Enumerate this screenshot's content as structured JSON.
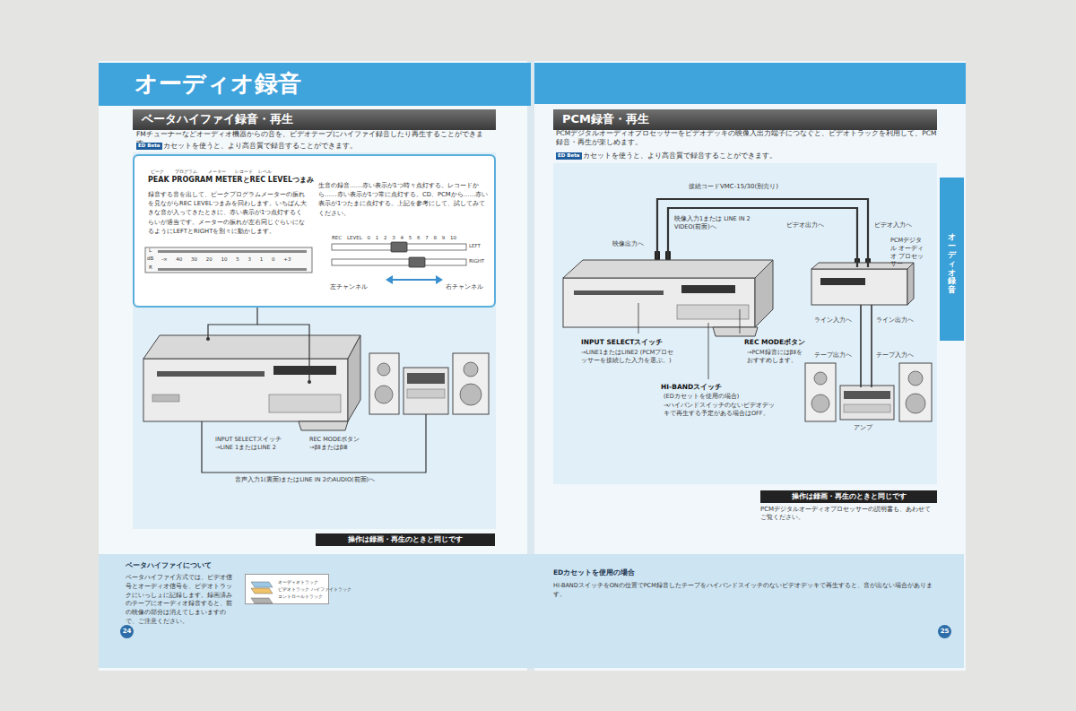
{
  "diagram": {
    "title": "オーディオ録音",
    "nodes": [
      {
        "text": [
          "ベータハイファイ録音・再生"
        ]
      },
      {
        "text": [
          "PEAK PROGRAM METERとREC LEVELつまみ",
          "録音する音を出して、ピークプログラムメーターの振れを見ながらREC LEVELつまみを回わします。いちばん大きな音が入ってきたときに、赤い表示が1つ点灯するくらいが適当です。メーターの振れが左右同じぐらいになるようにLEFTとRIGHTを別々に動かします。",
          "生音の録音……赤い表示が1つ時々点灯する。レコードから……赤い表示が1つ常に点灯する。CD、PCMから……赤い表示が1つたまに点灯する。上記を参考にして、試してみてください。"
        ]
      },
      {
        "text": [
          "操作は録画・再生のときと同じです"
        ]
      },
      {
        "text": [
          "ベータハイファイについて",
          "ベータハイファイ方式では、ビデオ信号とオーディオ信号を、ビデオトラックにいっしょに記録します。録画済みのテープにオーディオ録音すると、前の映像の部分は消えてしまいますので、ご注意ください。"
        ]
      },
      {
        "text": [
          "オーディオトラック",
          "ビデオトラック ハイファイトラック",
          "コントロールトラック"
        ],
        "in": 3
      },
      {
        "text": [
          "PCM録音・再生"
        ]
      },
      {
        "text": [
          "操作は録画・再生のときと同じです"
        ]
      },
      {
        "text": [
          "EDカセットを使用の場合",
          "HI-BANDスイッチをONの位置でPCM録音したテープをハイバンドスイッチのないビデオデッキで再生すると、音が出ない場合があります。"
        ]
      },
      {
        "text": [
          "オーディオ録音"
        ]
      }
    ],
    "labels": [
      "FMチューナーなどオーディオ機器からの音を、ビデオテープにハイファイ録音したり再生することができます。",
      "ED Beta",
      "カセットを使うと、より高音質で録音することができます。",
      "ピーク",
      "プログラム",
      "メーター",
      "レコード",
      "レベル",
      "L",
      "dB",
      "R",
      "-∞ 40 30 20 10 5 3 1 0 +3",
      "REC LEVEL 0 1 2 3 4 5 6 7 8 9 10",
      "LEFT",
      "RIGHT",
      "左チャンネル",
      "右チャンネル",
      "INPUT SELECTスイッチ →LINE 1またはLINE 2",
      "REC MODEボタン →βⅡまたはβⅢ",
      "音声入力1(裏面)またはLINE IN 2のAUDIO(前面)へ",
      "PCMデジタルオーディオプロセッサーをビデオデッキの映像入出力端子につなぐと、ビデオトラックを利用して、PCM録音・再生が楽しめます。",
      "ED Beta",
      "カセットを使うと、より高音質で録音することができます。",
      "接続コードVMC-15/30(別売り)",
      "映像入力1または LINE IN 2 VIDEO(前面)へ",
      "映像出力へ",
      "ビデオ出力へ",
      "ビデオ入力へ",
      "PCMデジタル オーディオ プロセッサー",
      "ライン入力へ",
      "ライン出力へ",
      "テープ出力へ",
      "テープ入力へ",
      "アンプ",
      "INPUT SELECTスイッチ",
      "→LINE1またはLINE2 (PCMプロセッサーを接続した入力を選ぶ。)",
      "REC MODEボタン",
      "→PCM録音にはβⅡをおすすめします。",
      "HI-BANDスイッチ",
      "(EDカセットを使用の場合)",
      "→ハイバンドスイッチのないビデオデッキで再生する予定がある場合はOFF。",
      "PCMデジタルオーディオプロセッサーの説明書も、あわせてご覧ください。",
      "24",
      "25"
    ]
  }
}
